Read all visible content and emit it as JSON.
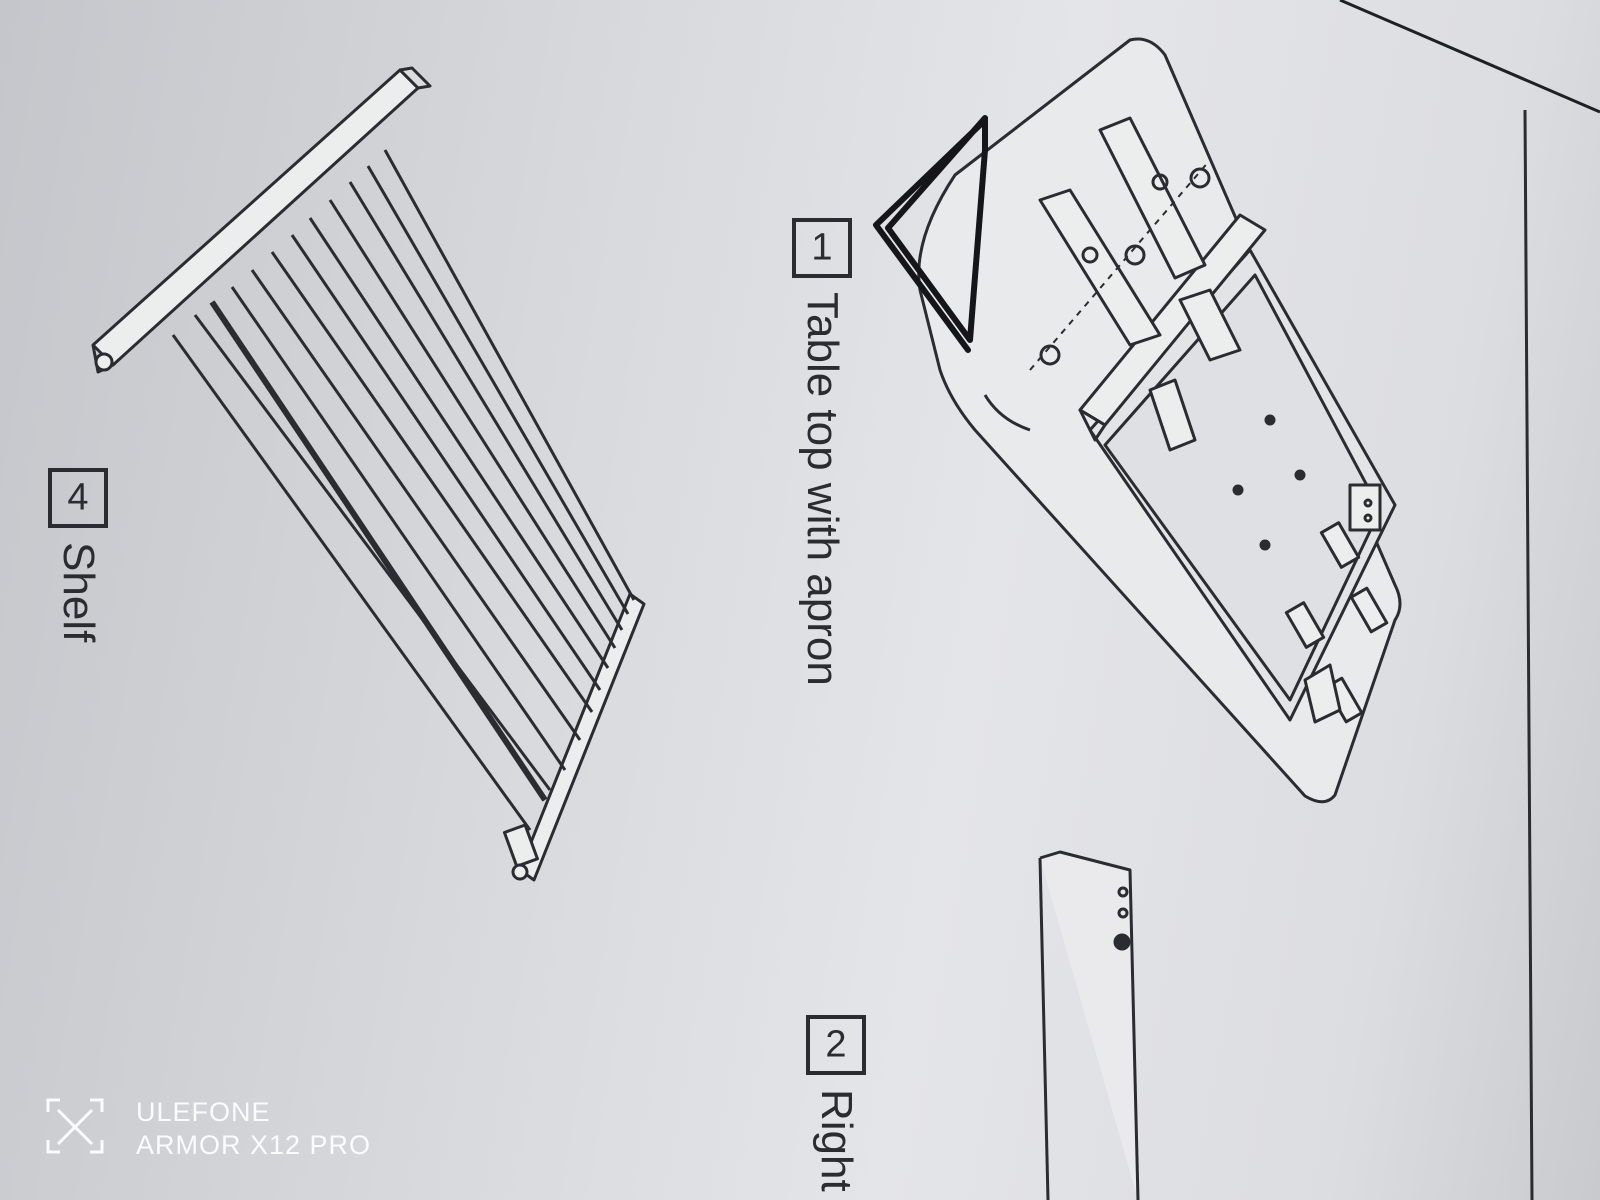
{
  "parts": [
    {
      "number": "1",
      "name": "Table top with apron"
    },
    {
      "number": "4",
      "name": "Shelf"
    },
    {
      "number": "2",
      "name": "Right"
    }
  ],
  "watermark": {
    "line1": "ULEFONE",
    "line2": "ARMOR X12 PRO",
    "icon": "camera-aperture-icon",
    "color": "#ffffff"
  },
  "colors": {
    "ink": "#2b2c31",
    "paper": "#dfe0e3",
    "marker": "#16161a"
  }
}
